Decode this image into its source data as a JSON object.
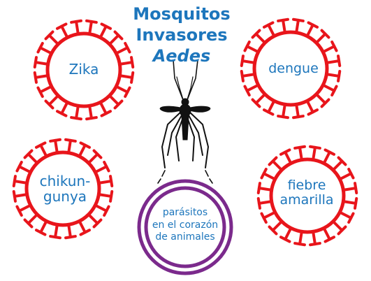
{
  "title": {
    "line1": "Mosquitos",
    "line2": "Invasores",
    "line3": "Aedes"
  },
  "viruses": [
    {
      "id": "zika",
      "lines": [
        "Zika"
      ]
    },
    {
      "id": "dengue",
      "lines": [
        "dengue"
      ]
    },
    {
      "id": "chikungunya",
      "lines": [
        "chikun-",
        "gunya"
      ]
    },
    {
      "id": "fiebre-amarilla",
      "lines": [
        "fiebre",
        "amarilla"
      ]
    }
  ],
  "parasite": {
    "lines": [
      "parásitos",
      "en el corazón",
      "de animales"
    ]
  },
  "colors": {
    "title": "#1d76bc",
    "label": "#1d76bc",
    "virus": "#e8151b",
    "parasite": "#7b2a8c",
    "mosquito": "#111111"
  },
  "icons": [
    "virus-icon",
    "mosquito-icon",
    "parasite-ring-icon"
  ]
}
